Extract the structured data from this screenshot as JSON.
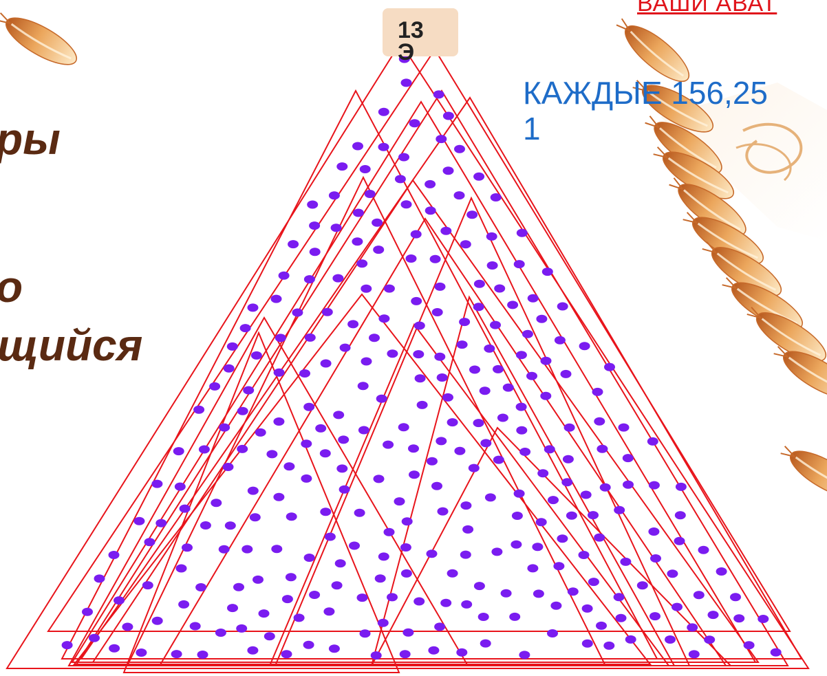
{
  "left_text": {
    "line1": "ры",
    "line2": "о",
    "line3": "щийся"
  },
  "top_link": "ВАШИ АВАТ",
  "every_label": {
    "line1": "КАЖДЫЕ  156,25",
    "line2": "1"
  },
  "counter": "13 Э",
  "icons": {
    "grain": "wheat-grain-icon",
    "dot": "seed-dot-icon"
  },
  "colors": {
    "triangle_stroke": "#e8141b",
    "dot_fill": "#7a1cf0",
    "left_text": "#5a2a12",
    "link": "#e0141b",
    "every_text": "#1e6cc8",
    "grain_light": "#f7d8a8",
    "grain_dark": "#c6692a"
  }
}
